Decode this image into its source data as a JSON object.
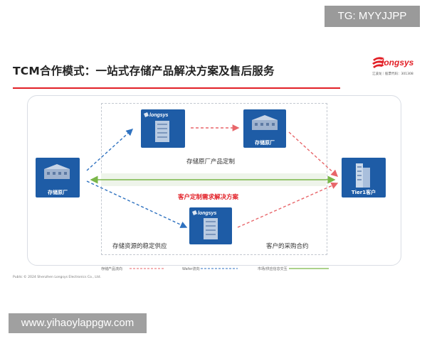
{
  "watermark_top": "TG: MYYJJPP",
  "watermark_bottom": "www.yihaoylappgw.com",
  "title": "TCM合作模式：一站式存储产品解决方案及售后服务",
  "logo": {
    "word": "longsys",
    "sub": "江波龙｜股票代码：301308"
  },
  "nodes": {
    "factory_left": "存储原厂",
    "longsys_top_brand": "longsys",
    "factory_right": "存储原厂",
    "longsys_bottom_brand": "longsys",
    "tier1": "Tier1客户"
  },
  "captions": {
    "product_custom": "存储原厂产品定制",
    "custom_solution": "客户定制需求解决方案",
    "stable_supply": "存储资源的稳定供应",
    "procurement": "客户的采购合约"
  },
  "legend": [
    {
      "label": "存储产品流向",
      "color": "#e8666a"
    },
    {
      "label": "Wafer流向",
      "color": "#2f72c0"
    },
    {
      "label": "市场/供应信息交互",
      "color": "#7ab648"
    }
  ],
  "colors": {
    "accent": "#e21f26",
    "node": "#1e5ca6",
    "blue_flow": "#2f72c0",
    "red_flow": "#e8666a",
    "green_flow": "#7ab648"
  },
  "copyright": "Public © 2024 Shenzhen Longsys Electronics Co., Ltd."
}
